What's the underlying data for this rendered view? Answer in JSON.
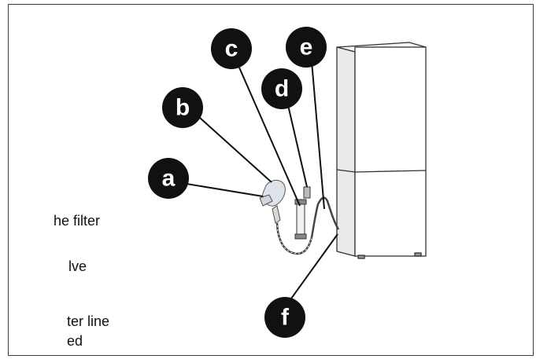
{
  "callouts": [
    {
      "id": "a",
      "label": "a"
    },
    {
      "id": "b",
      "label": "b"
    },
    {
      "id": "c",
      "label": "c"
    },
    {
      "id": "d",
      "label": "d"
    },
    {
      "id": "e",
      "label": "e"
    },
    {
      "id": "f",
      "label": "f"
    }
  ],
  "side_text": {
    "line1": "he   filter",
    "line2": "lve",
    "line3": "ter   line",
    "line4": "ed"
  },
  "colors": {
    "callout_fill": "#111111",
    "callout_text": "#ffffff",
    "line": "#111111"
  }
}
